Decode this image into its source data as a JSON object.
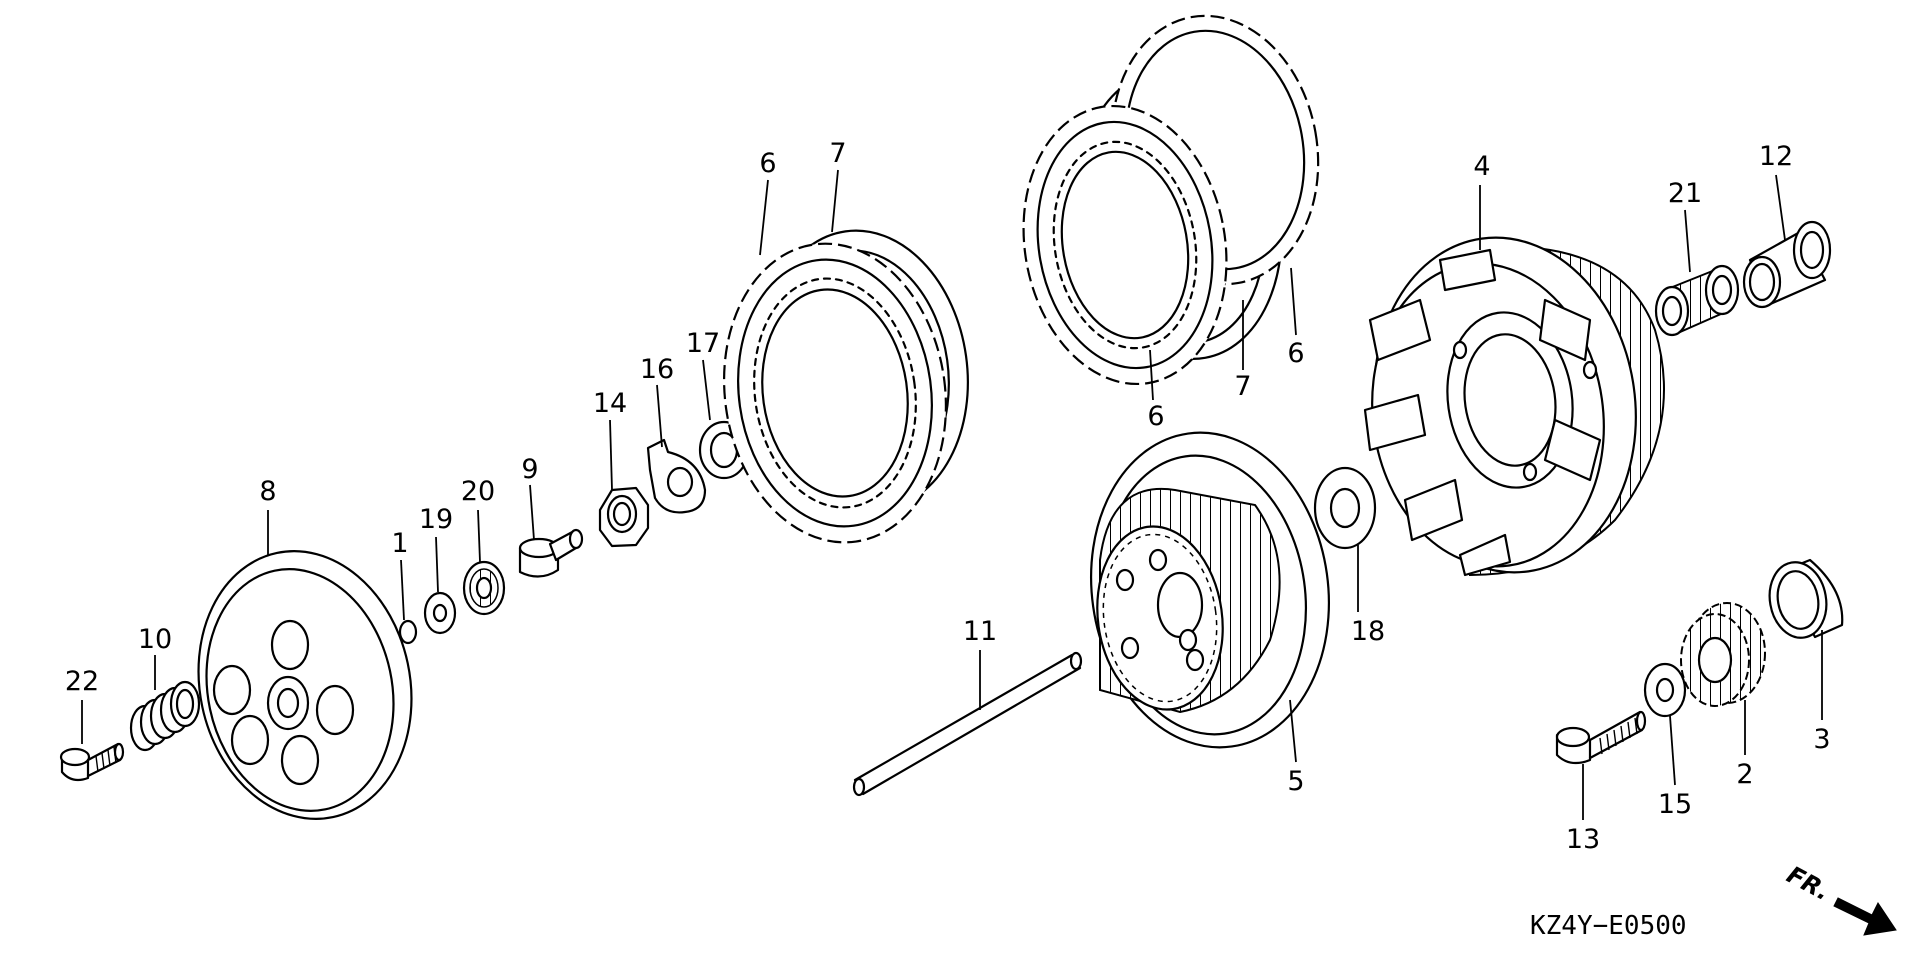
{
  "diagram_code": "KZ4Y−E0500",
  "direction_label": "FR.",
  "callouts": [
    {
      "id": "c1",
      "text": "1"
    },
    {
      "id": "c2",
      "text": "2"
    },
    {
      "id": "c3",
      "text": "3"
    },
    {
      "id": "c4",
      "text": "4"
    },
    {
      "id": "c5",
      "text": "5"
    },
    {
      "id": "c6a",
      "text": "6"
    },
    {
      "id": "c6b",
      "text": "6"
    },
    {
      "id": "c6c",
      "text": "6"
    },
    {
      "id": "c7a",
      "text": "7"
    },
    {
      "id": "c7b",
      "text": "7"
    },
    {
      "id": "c8",
      "text": "8"
    },
    {
      "id": "c9",
      "text": "9"
    },
    {
      "id": "c10",
      "text": "10"
    },
    {
      "id": "c11",
      "text": "11"
    },
    {
      "id": "c12",
      "text": "12"
    },
    {
      "id": "c13",
      "text": "13"
    },
    {
      "id": "c14",
      "text": "14"
    },
    {
      "id": "c15",
      "text": "15"
    },
    {
      "id": "c16",
      "text": "16"
    },
    {
      "id": "c17",
      "text": "17"
    },
    {
      "id": "c18",
      "text": "18"
    },
    {
      "id": "c19",
      "text": "19"
    },
    {
      "id": "c20",
      "text": "20"
    },
    {
      "id": "c21",
      "text": "21"
    },
    {
      "id": "c22",
      "text": "22"
    }
  ]
}
